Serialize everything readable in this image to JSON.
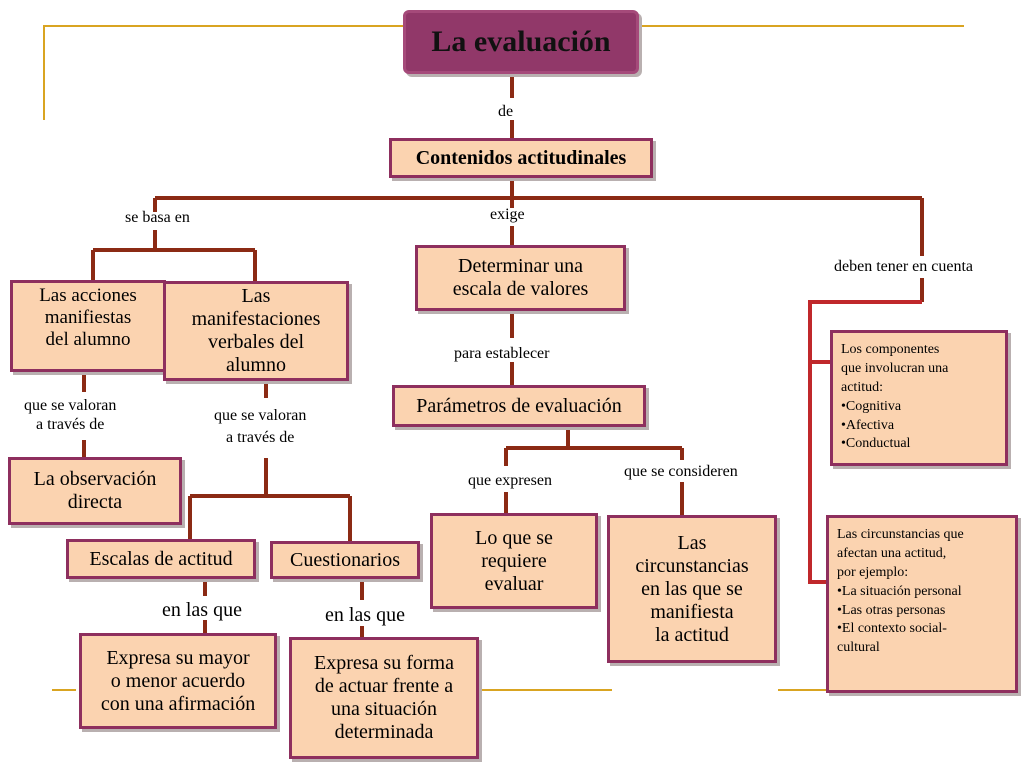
{
  "title": "La evaluación",
  "nodes": {
    "contenidos": "Contenidos actitudinales",
    "acciones": [
      "Las acciones",
      "manifiestas",
      "del alumno"
    ],
    "manifestaciones": [
      "Las",
      "manifestaciones",
      "verbales del",
      "alumno"
    ],
    "determinar": [
      "Determinar una",
      "escala de valores"
    ],
    "parametros": "Parámetros de evaluación",
    "observacion": [
      "La observación",
      "directa"
    ],
    "escalas": "Escalas de actitud",
    "cuestionarios": "Cuestionarios",
    "requiere": [
      "Lo que se",
      "requiere",
      "evaluar"
    ],
    "circunstancias_manifiesta": [
      "Las",
      "circunstancias",
      "en las que se",
      "manifiesta",
      "la actitud"
    ],
    "expresa_acuerdo": [
      "Expresa su mayor",
      "o menor acuerdo",
      "con una afirmación"
    ],
    "expresa_forma": [
      "Expresa su forma",
      "de actuar frente a",
      "una situación",
      "determinada"
    ],
    "componentes": [
      "Los componentes",
      "que involucran una",
      "actitud:",
      "•Cognitiva",
      "•Afectiva",
      "•Conductual"
    ],
    "circunstancias_afectan": [
      "Las circunstancias que",
      "afectan una actitud,",
      "por ejemplo:",
      "•La situación personal",
      "•Las otras personas",
      "•El contexto social-",
      "cultural"
    ]
  },
  "links": {
    "de": "de",
    "se_basa_en": "se basa en",
    "exige": "exige",
    "deben_tener": "deben tener en cuenta",
    "para_establecer": "para establecer",
    "valoran_1": [
      "que se valoran",
      "a través de"
    ],
    "valoran_2": [
      "que se valoran",
      "a través de"
    ],
    "que_expresen": "que expresen",
    "que_consideren": "que se consideren",
    "en_las_que_1": "en las que",
    "en_las_que_2": "en las que"
  },
  "colors": {
    "box_fill": "#fbd3b0",
    "box_border": "#8e2f5e",
    "title_fill": "#913869",
    "connector": "#8b2a14",
    "frame_line": "#d9a421",
    "right_bracket": "#c0282b"
  }
}
